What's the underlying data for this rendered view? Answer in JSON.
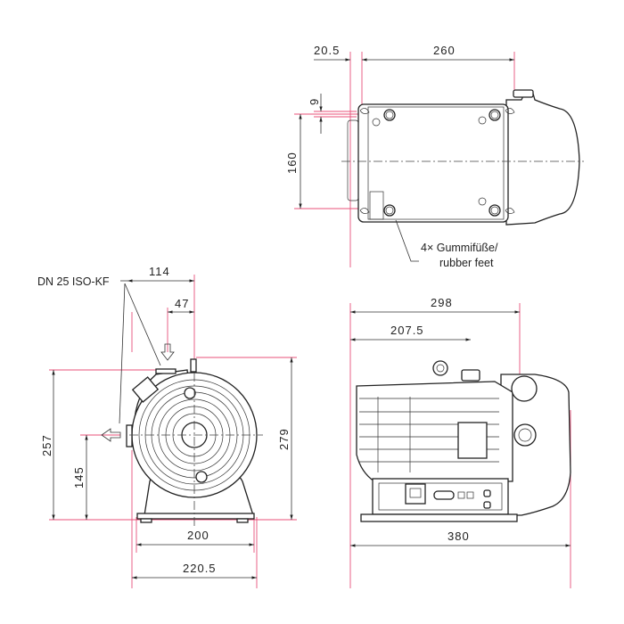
{
  "top_view": {
    "dim_offset": "20.5",
    "dim_length": "260",
    "dim_small": "9",
    "dim_width": "160",
    "callout_line1": "4× Gummifüße/",
    "callout_line2": "rubber feet"
  },
  "front_view": {
    "flange_label": "DN 25 ISO-KF",
    "dim_inlet_offset": "114",
    "dim_inlet_small": "47",
    "dim_inlet_height": "257",
    "dim_outlet_height": "145",
    "dim_total_height": "279",
    "dim_feet_width": "200",
    "dim_total_width": "220.5"
  },
  "side_view": {
    "dim_298": "298",
    "dim_207_5": "207.5",
    "dim_total_length": "380"
  },
  "colors": {
    "dimension_ref": "#e8517a",
    "line": "#222222"
  }
}
